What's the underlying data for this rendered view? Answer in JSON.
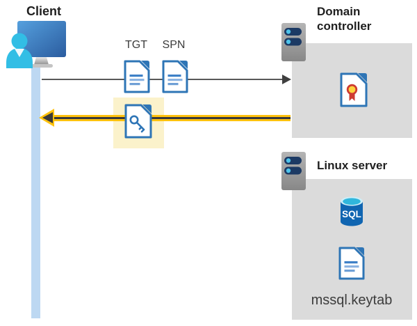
{
  "nodes": {
    "client": {
      "label": "Client",
      "icon": "user-monitor-icon"
    },
    "domain_controller": {
      "label": "Domain controller",
      "icon": "server-icon",
      "contains": "certificate-icon"
    },
    "linux_server": {
      "label": "Linux server",
      "icon": "server-icon"
    }
  },
  "tickets": {
    "tgt_label": "TGT",
    "spn_label": "SPN",
    "tgt_icon": "document-icon",
    "spn_icon": "document-icon",
    "session_key_icon": "key-document-icon"
  },
  "files": {
    "sql_icon_text": "SQL",
    "sql_icon": "sql-database-icon",
    "keytab_filename": "mssql.keytab",
    "keytab_icon": "document-icon"
  },
  "flows": {
    "request": {
      "from": "client",
      "to": "domain_controller",
      "style": "thin-gray-arrow",
      "carries": [
        "TGT",
        "SPN"
      ]
    },
    "response": {
      "from": "domain_controller",
      "to": "client",
      "style": "yellow-highlighted-arrow",
      "carries": [
        "session-key"
      ]
    }
  },
  "colors": {
    "doc_blue": "#2e75b6",
    "person_cyan": "#32bee5",
    "arrow_yellow": "#ffc20e",
    "highlight_box": "#fbf2cb",
    "panel_gray": "#dbdbdb",
    "lifeline_blue": "#bdd8f2",
    "arrow_gray": "#595959",
    "server_pill_navy": "#1c3a64",
    "sql_body_blue": "#1065b1",
    "cert_red": "#ce3b32",
    "cert_yellow": "#ffd33e"
  }
}
